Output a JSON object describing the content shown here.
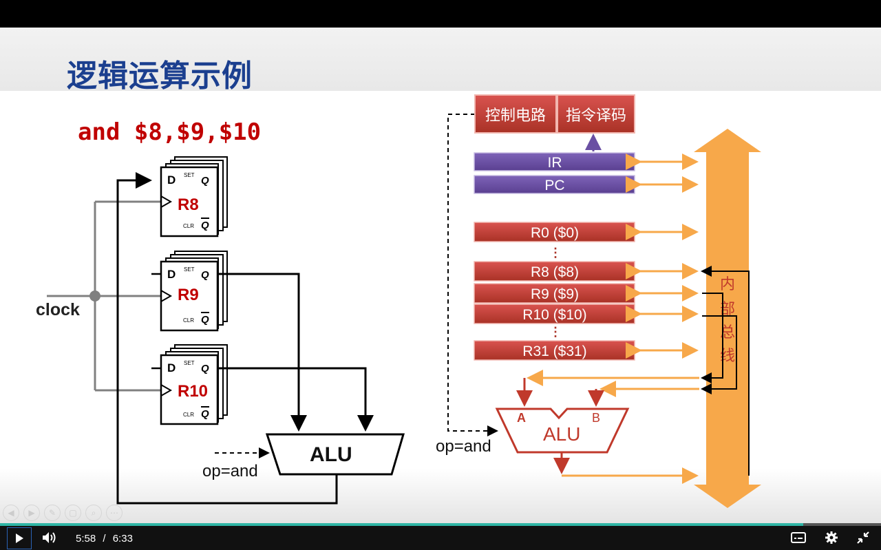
{
  "slide": {
    "title": "逻辑运算示例",
    "instruction": "and $8,$9,$10"
  },
  "left": {
    "clock_label": "clock",
    "registers": [
      {
        "name": "R8",
        "d": "D",
        "q": "Q",
        "qbar": "Q",
        "set": "SET",
        "clr": "CLR"
      },
      {
        "name": "R9",
        "d": "D",
        "q": "Q",
        "qbar": "Q",
        "set": "SET",
        "clr": "CLR"
      },
      {
        "name": "R10",
        "d": "D",
        "q": "Q",
        "qbar": "Q",
        "set": "SET",
        "clr": "CLR"
      }
    ],
    "alu_label": "ALU",
    "op_label": "op=and"
  },
  "right": {
    "control_circuit": "控制电路",
    "instruction_decode": "指令译码",
    "ir": "IR",
    "pc": "PC",
    "regs": [
      "R0 ($0)",
      "R8 ($8)",
      "R9 ($9)",
      "R10 ($10)",
      "R31 ($31)"
    ],
    "ellipsis": "⋮",
    "bus_label": [
      "内",
      "部",
      "总",
      "线"
    ],
    "alu_label": "ALU",
    "port_a": "A",
    "port_b": "B",
    "op_label": "op=and"
  },
  "player": {
    "current_time": "5:58",
    "separator": "/",
    "duration": "6:33",
    "progress": 0.912
  },
  "colors": {
    "title": "#1b3f8f",
    "code": "#c00000",
    "red_box": "#c0392b",
    "purple_box": "#6a4fa3",
    "bus_orange": "#f7a84a",
    "progress": "#2fb5a5"
  }
}
